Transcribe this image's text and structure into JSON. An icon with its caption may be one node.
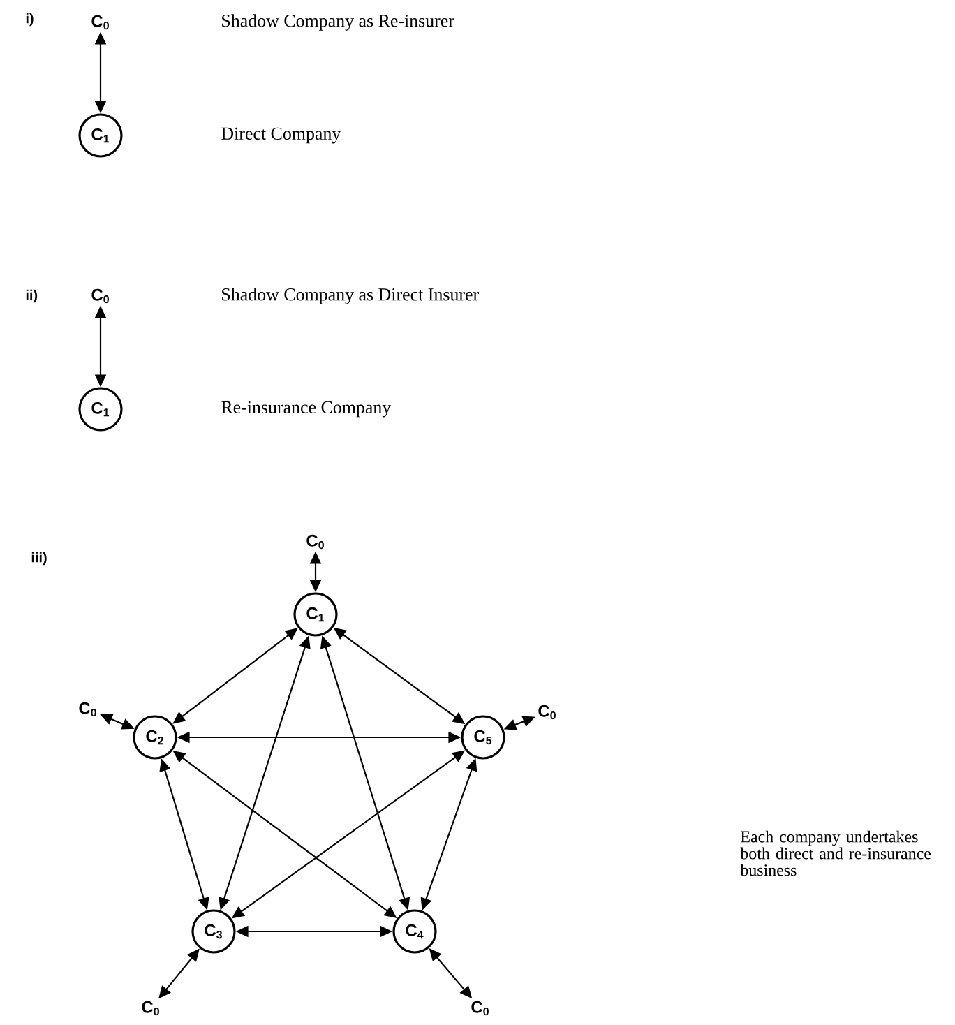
{
  "diagram": {
    "nodes": [
      {
        "text": [
          "C$_{0}$"
        ]
      },
      {
        "text": [
          "C$_{1}$"
        ]
      },
      {
        "text": [
          "C$_{0}$"
        ]
      },
      {
        "text": [
          "C$_{1}$"
        ]
      },
      {
        "text": [
          "C$_{0}$"
        ]
      },
      {
        "text": [
          "C$_{1}$"
        ]
      },
      {
        "text": [
          "C$_{0}$"
        ]
      },
      {
        "text": [
          "C$_{2}$"
        ]
      },
      {
        "text": [
          "C$_{5}$"
        ]
      },
      {
        "text": [
          "C$_{0}$"
        ]
      },
      {
        "text": [
          "C$_{3}$"
        ]
      },
      {
        "text": [
          "C$_{4}$"
        ]
      },
      {
        "text": [
          "C$_{0}$"
        ]
      },
      {
        "text": [
          "C$_{0}$"
        ]
      }
    ],
    "edges": [
      {
        "from": 0,
        "to": 1,
        "arrow": "both"
      },
      {
        "from": 2,
        "to": 3,
        "arrow": "both"
      },
      {
        "from": 4,
        "to": 5,
        "arrow": "both"
      },
      {
        "from": 6,
        "to": 7,
        "arrow": "both"
      },
      {
        "from": 8,
        "to": 9,
        "arrow": "both"
      },
      {
        "from": 10,
        "to": 12,
        "arrow": "both"
      },
      {
        "from": 11,
        "to": 13,
        "arrow": "both"
      },
      {
        "from": 5,
        "to": 7,
        "arrow": "both"
      },
      {
        "from": 5,
        "to": 8,
        "arrow": "both"
      },
      {
        "from": 5,
        "to": 10,
        "arrow": "both"
      },
      {
        "from": 5,
        "to": 11,
        "arrow": "both"
      },
      {
        "from": 7,
        "to": 8,
        "arrow": "both"
      },
      {
        "from": 7,
        "to": 10,
        "arrow": "both"
      },
      {
        "from": 7,
        "to": 11,
        "arrow": "both"
      },
      {
        "from": 8,
        "to": 10,
        "arrow": "both"
      },
      {
        "from": 8,
        "to": 11,
        "arrow": "both"
      },
      {
        "from": 10,
        "to": 11,
        "arrow": "both"
      }
    ],
    "labels": [
      "i)",
      "Shadow Company as Re-insurer",
      "Direct Company",
      "ii)",
      "Shadow Company as Direct Insurer",
      "Re-insurance Company",
      "iii)",
      "Each company undertakes both direct and re-insurance business"
    ]
  }
}
